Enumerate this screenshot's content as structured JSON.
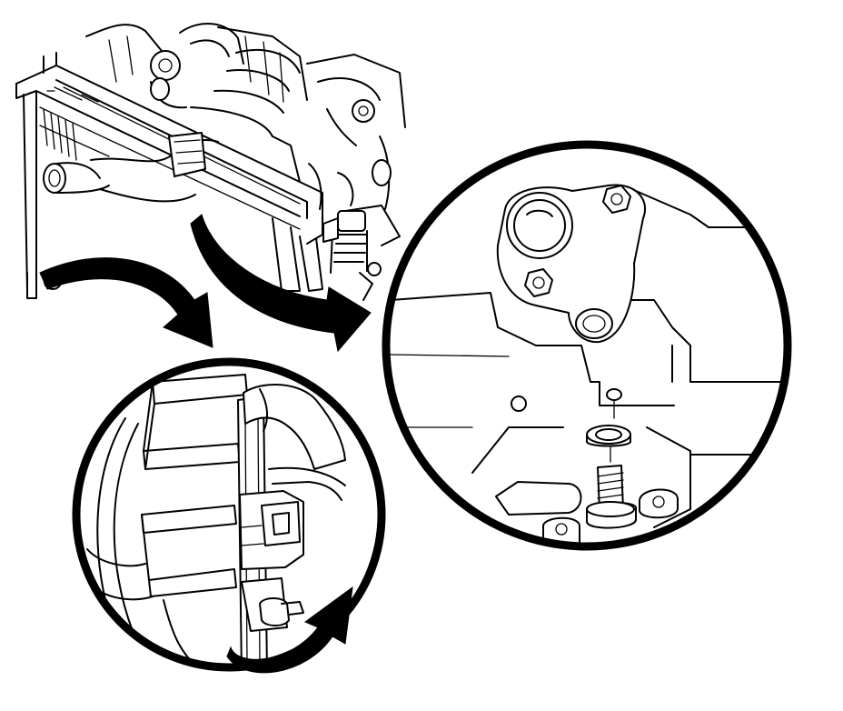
{
  "illustration": {
    "subject": "",
    "callouts": []
  },
  "colors": {
    "line": "#000000",
    "background": "#ffffff"
  },
  "icons": [
    "arrow-to-detail-left",
    "arrow-to-detail-right",
    "arrow-turn-indicator"
  ]
}
